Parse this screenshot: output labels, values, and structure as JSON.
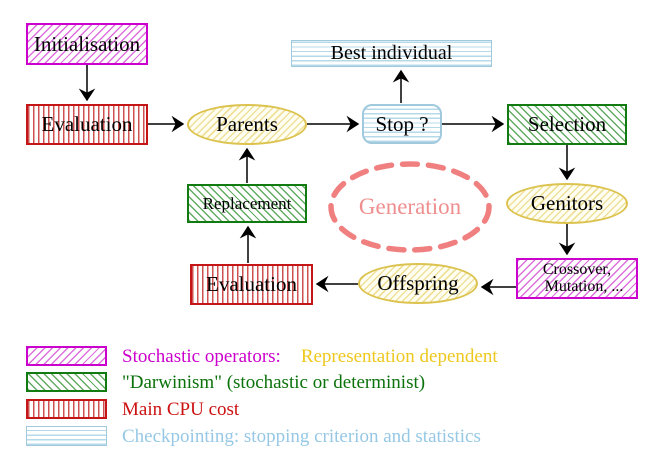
{
  "diagram": {
    "title_note": "Evolutionary algorithm generation loop diagram",
    "nodes": {
      "initialisation": {
        "label": "Initialisation"
      },
      "evaluation_top": {
        "label": "Evaluation"
      },
      "parents": {
        "label": "Parents"
      },
      "stop": {
        "label": "Stop ?"
      },
      "best_individual": {
        "label": "Best individual"
      },
      "selection": {
        "label": "Selection"
      },
      "genitors": {
        "label": "Genitors"
      },
      "crossover": {
        "line1": "Crossover,",
        "line2": "Mutation, ..."
      },
      "offspring": {
        "label": "Offspring"
      },
      "evaluation_bottom": {
        "label": "Evaluation"
      },
      "replacement": {
        "label": "Replacement"
      },
      "generation": {
        "label": "Generation"
      }
    },
    "palette": {
      "magenta_border": "#cc00cc",
      "green_border": "#117b11",
      "red_border": "#c41616",
      "cyan_border": "#a0c9de",
      "yellow_border": "#dcc34f",
      "salmon_dashed": "#f08080",
      "arrow_black": "#000000"
    },
    "legend": {
      "rows": [
        {
          "label1": "Stochastic operators:",
          "label2": "Representation dependent"
        },
        {
          "label1": "\"Darwinism\" (stochastic or determinist)"
        },
        {
          "label1": "Main CPU cost"
        },
        {
          "label1": "Checkpointing: stopping criterion and statistics"
        }
      ]
    }
  }
}
